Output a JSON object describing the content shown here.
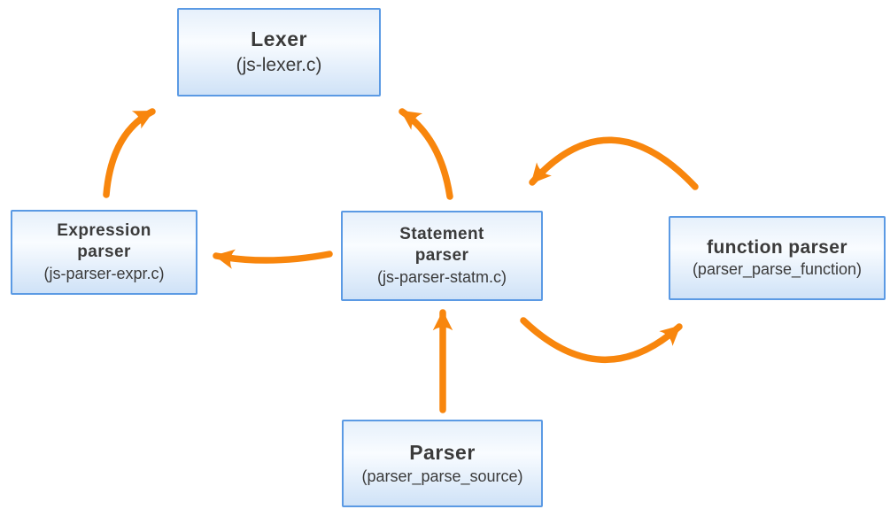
{
  "theme": {
    "arrow_color": "#f8860d",
    "box_border": "#5b9ae4",
    "box_fill_top": "#e6f0fb",
    "box_fill_mid": "#f9fcff",
    "box_fill_bottom": "#cfe2f7",
    "text_color": "#3b3b3b",
    "background": "#ffffff"
  },
  "nodes": {
    "lexer": {
      "title": "Lexer",
      "subtitle": "(js-lexer.c)"
    },
    "expression": {
      "title_line1": "Expression",
      "title_line2": "parser",
      "subtitle": "(js-parser-expr.c)"
    },
    "statement": {
      "title_line1": "Statement",
      "title_line2": "parser",
      "subtitle": "(js-parser-statm.c)"
    },
    "function": {
      "title": "function parser",
      "subtitle": "(parser_parse_function)"
    },
    "parser": {
      "title": "Parser",
      "subtitle": "(parser_parse_source)"
    }
  },
  "edges": [
    {
      "from": "expression-parser",
      "to": "lexer"
    },
    {
      "from": "statement-parser",
      "to": "lexer"
    },
    {
      "from": "statement-parser",
      "to": "expression-parser"
    },
    {
      "from": "statement-parser",
      "to": "function-parser"
    },
    {
      "from": "function-parser",
      "to": "statement-parser"
    },
    {
      "from": "parser",
      "to": "statement-parser"
    }
  ]
}
